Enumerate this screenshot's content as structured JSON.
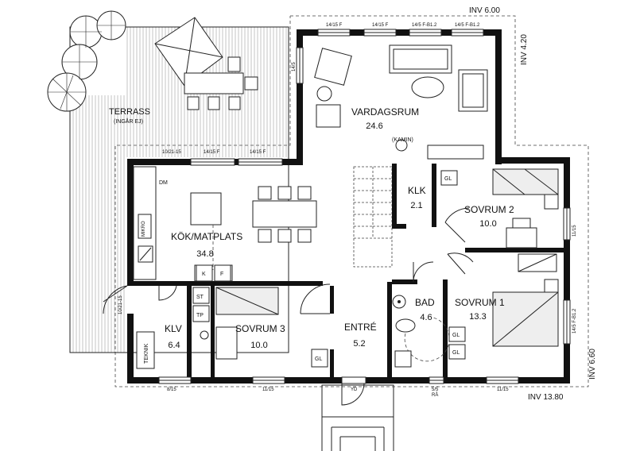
{
  "labels": {
    "inv_top": "INV 6.00",
    "inv_right_top": "INV 4.20",
    "inv_right_bottom": "INV 6.60",
    "inv_bottom": "INV 13.80",
    "terrace": "TERRASS",
    "terrace_note": "(INGÅR EJ)",
    "kamin": "(KAMIN)",
    "entrance_door": "YD"
  },
  "rooms": {
    "vardagsrum": {
      "name": "VARDAGSRUM",
      "area": "24.6"
    },
    "kok": {
      "name": "KÖK/MATPLATS",
      "area": "34.8"
    },
    "klk": {
      "name": "KLK",
      "area": "2.1"
    },
    "sovrum2": {
      "name": "SOVRUM 2",
      "area": "10.0"
    },
    "sovrum1": {
      "name": "SOVRUM 1",
      "area": "13.3"
    },
    "bad": {
      "name": "BAD",
      "area": "4.6"
    },
    "entre": {
      "name": "ENTRÉ",
      "area": "5.2"
    },
    "sovrum3": {
      "name": "SOVRUM 3",
      "area": "10.0"
    },
    "klv": {
      "name": "KLV",
      "area": "6.4"
    }
  },
  "windows": {
    "top_1": "14/15 F",
    "top_2": "14/15 F",
    "top_3": "14/5 F-B1.2",
    "top_4": "14/5 F-B1.2",
    "left_vertical": "14/5",
    "mid_1": "10/21-15",
    "mid_2": "14/15 F",
    "mid_3": "14/15 F",
    "right_1": "11/15",
    "right_2": "14/5 F-B1.2",
    "left_door": "10/21-15",
    "bottom_1": "8/15",
    "bottom_2": "11/15",
    "bottom_3": "5/5",
    "bottom_3_sub": "RÅ",
    "bottom_4": "11/15"
  },
  "fixtures": {
    "dm": "DM",
    "mikro": "MIKRO",
    "k": "K",
    "f": "F",
    "st": "ST",
    "tp": "TP",
    "teknik": "TEKNIK",
    "gl_klk": "GL",
    "gl_s3": "GL",
    "gl_s1a": "GL",
    "gl_s1b": "GL"
  }
}
